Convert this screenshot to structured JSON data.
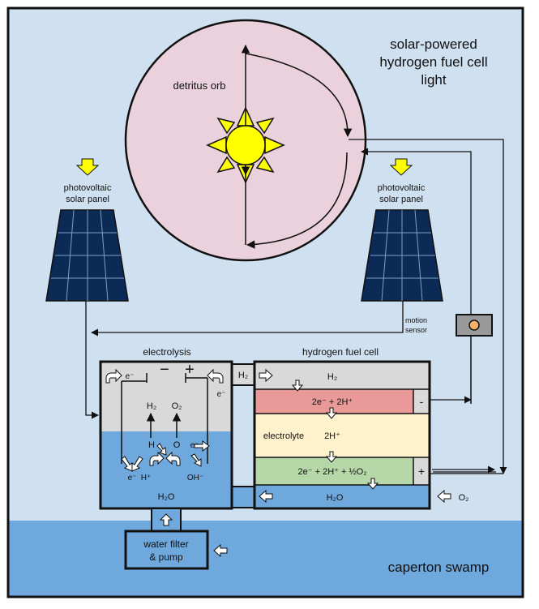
{
  "title": [
    "solar-powered",
    "hydrogen fuel cell",
    "light"
  ],
  "orb_label": "detritus orb",
  "panel_left": [
    "photovoltaic",
    "solar panel"
  ],
  "panel_right": [
    "photovoltaic",
    "solar panel"
  ],
  "motion_sensor": [
    "motion",
    "sensor"
  ],
  "electrolysis": {
    "title": "electrolysis",
    "minus": "−",
    "plus": "+",
    "e_left": "e⁻",
    "e_right": "e⁻",
    "h2": "H₂",
    "o2": "O₂",
    "h": "H",
    "o": "O",
    "e_arrow": "e⁻",
    "e_bottom": "e⁻",
    "h_plus": "H⁺",
    "oh_minus": "OH⁻",
    "water": "H₂O"
  },
  "fuel_cell": {
    "title": "hydrogen fuel cell",
    "pipe_h2": "H₂",
    "row_h2": "H₂",
    "anode": "2e⁻ + 2H⁺",
    "anode_sign": "-",
    "electrolyte_label": "electrolyte",
    "electrolyte_ion": "2H⁺",
    "cathode": "2e⁻ + 2H⁺ + ½O₂",
    "cathode_sign": "+",
    "water": "H₂O",
    "o2_in": "O₂"
  },
  "pump": [
    "water filter",
    "& pump"
  ],
  "swamp": "caperton swamp",
  "colors": {
    "sky": "#cfe0f0",
    "swamp": "#6fa8dc",
    "orb": "#ead1dc",
    "sun": "#ffff00",
    "panel": "#0b2a55",
    "anode": "#ea9999",
    "electrolyte": "#fff2cc",
    "cathode": "#b6d7a8",
    "gas": "#d9d9d9",
    "water": "#6fa8dc",
    "sensor_light": "#f6b26b"
  }
}
